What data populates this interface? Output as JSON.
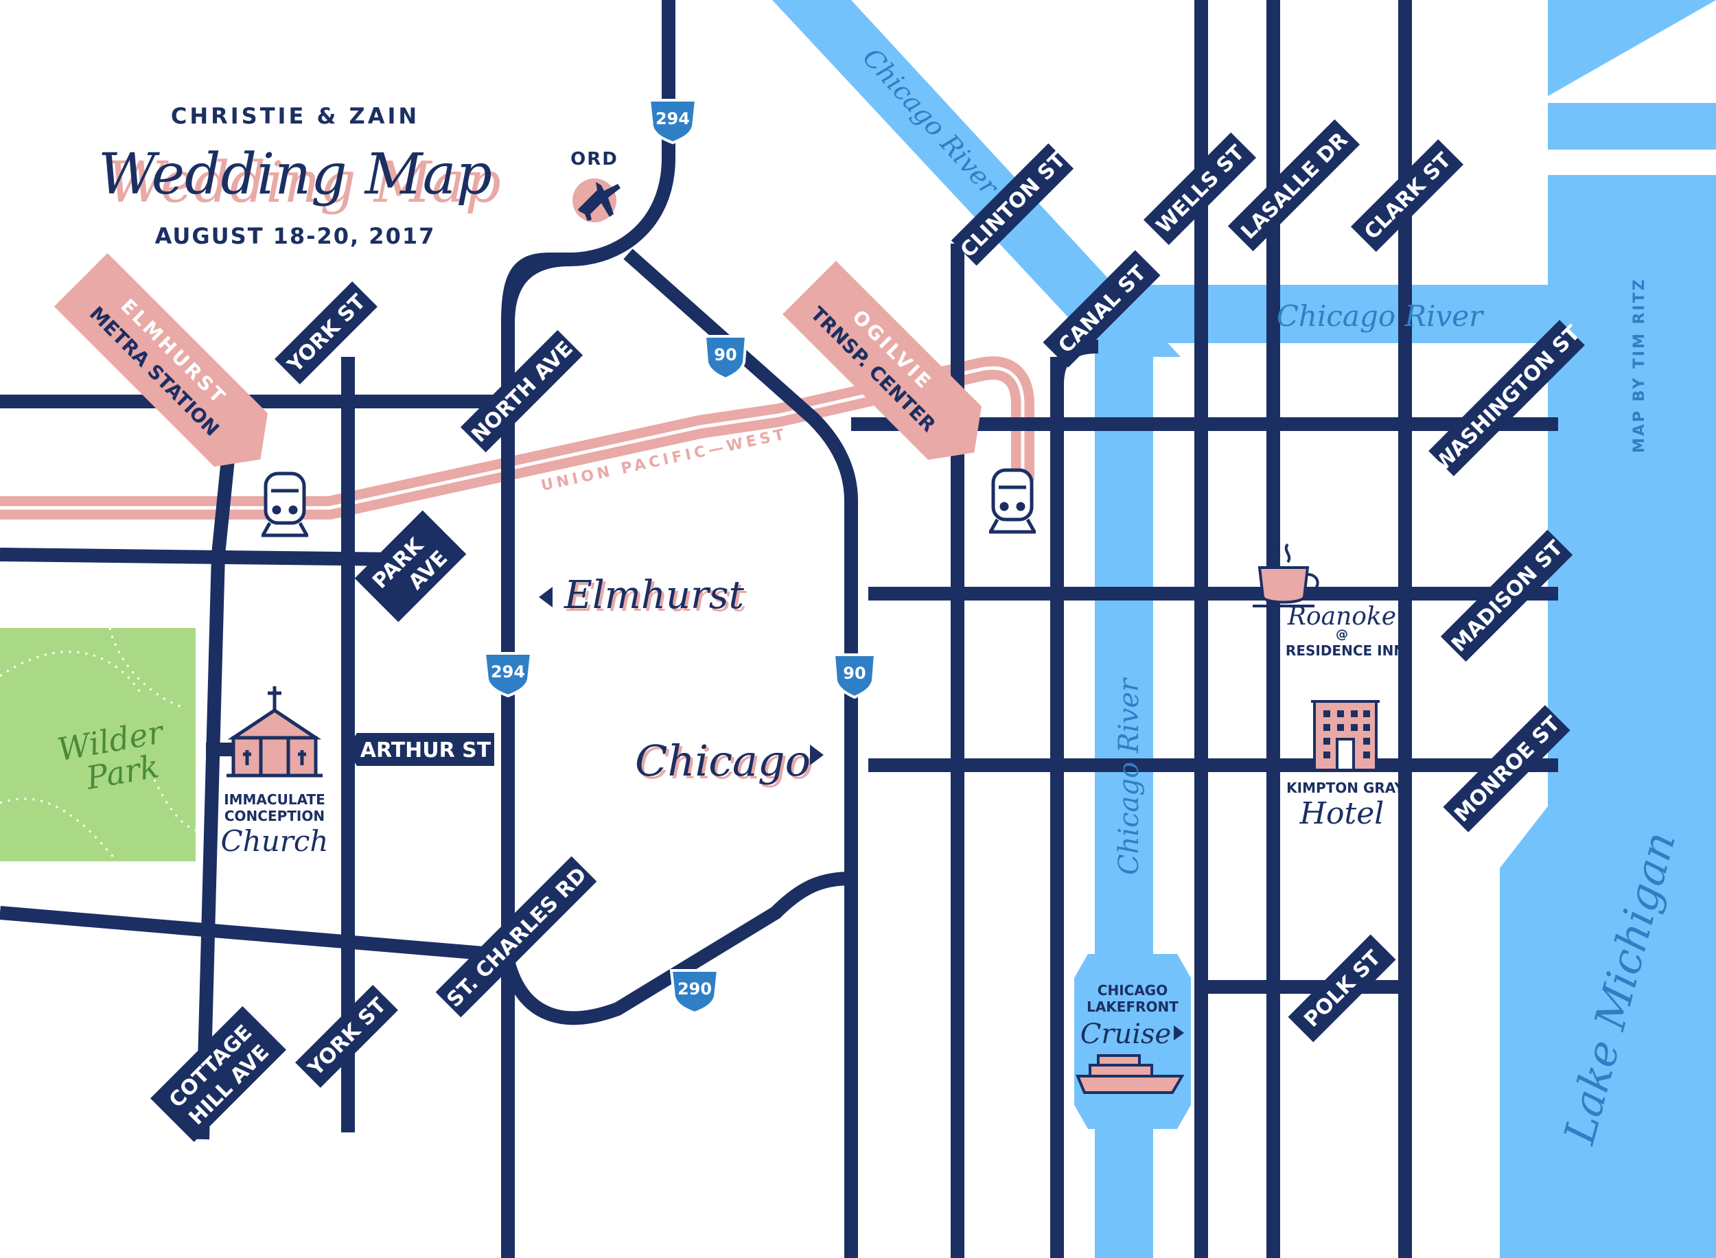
{
  "colors": {
    "navy": "#1b2f63",
    "river": "#74c2fb",
    "pink": "#e9a9a6",
    "park": "#a9d985",
    "shield": "#2f7fc6",
    "white": "#ffffff"
  },
  "title": {
    "couple": "CHRISTIE & ZAIN",
    "main": "Wedding Map",
    "dates": "AUGUST 18-20, 2017"
  },
  "airport": {
    "code": "ORD",
    "icon": "airplane-icon"
  },
  "credit": "MAP BY TIM RITZ",
  "stations": {
    "elmhurst": {
      "line1": "ELMHURST",
      "line2": "METRA STATION",
      "icon": "train-icon"
    },
    "ogilvie": {
      "line1": "OGILVIE",
      "line2": "TRNSP. CENTER",
      "icon": "train-icon"
    }
  },
  "rail_line": "UNION PACIFIC—WEST",
  "streets": {
    "york_st_north": "YORK ST",
    "york_st_south": "YORK ST",
    "north_ave": "NORTH AVE",
    "park_ave_1": "PARK",
    "park_ave_2": "AVE",
    "arthur_st": "ARTHUR ST",
    "st_charles_rd": "ST. CHARLES RD",
    "cottage_hill_1": "COTTAGE",
    "cottage_hill_2": "HILL AVE",
    "clinton_st": "CLINTON ST",
    "canal_st": "CANAL ST",
    "wells_st": "WELLS ST",
    "lasalle_dr": "LASALLE DR",
    "clark_st": "CLARK ST",
    "washington_st": "WASHINGTON ST",
    "madison_st": "MADISON ST",
    "monroe_st": "MONROE ST",
    "polk_st": "POLK ST"
  },
  "highways": {
    "i294_north": "294",
    "i294_south": "294",
    "i90_north": "90",
    "i90_south": "90",
    "i290": "290"
  },
  "places": {
    "elmhurst": "Elmhurst",
    "chicago": "Chicago",
    "wilder_park_1": "Wilder",
    "wilder_park_2": "Park"
  },
  "venues": {
    "church_1": "IMMACULATE",
    "church_2": "CONCEPTION",
    "church_3": "Church",
    "roanoke_1": "Roanoke",
    "roanoke_at": "@",
    "roanoke_2": "RESIDENCE INN",
    "kimpton_1": "KIMPTON GRAY",
    "kimpton_2": "Hotel",
    "cruise_1": "CHICAGO",
    "cruise_2": "LAKEFRONT",
    "cruise_3": "Cruise"
  },
  "water": {
    "river_diagonal": "Chicago River",
    "river_main": "Chicago River",
    "river_south": "Chicago River",
    "lake": "Lake Michigan"
  }
}
